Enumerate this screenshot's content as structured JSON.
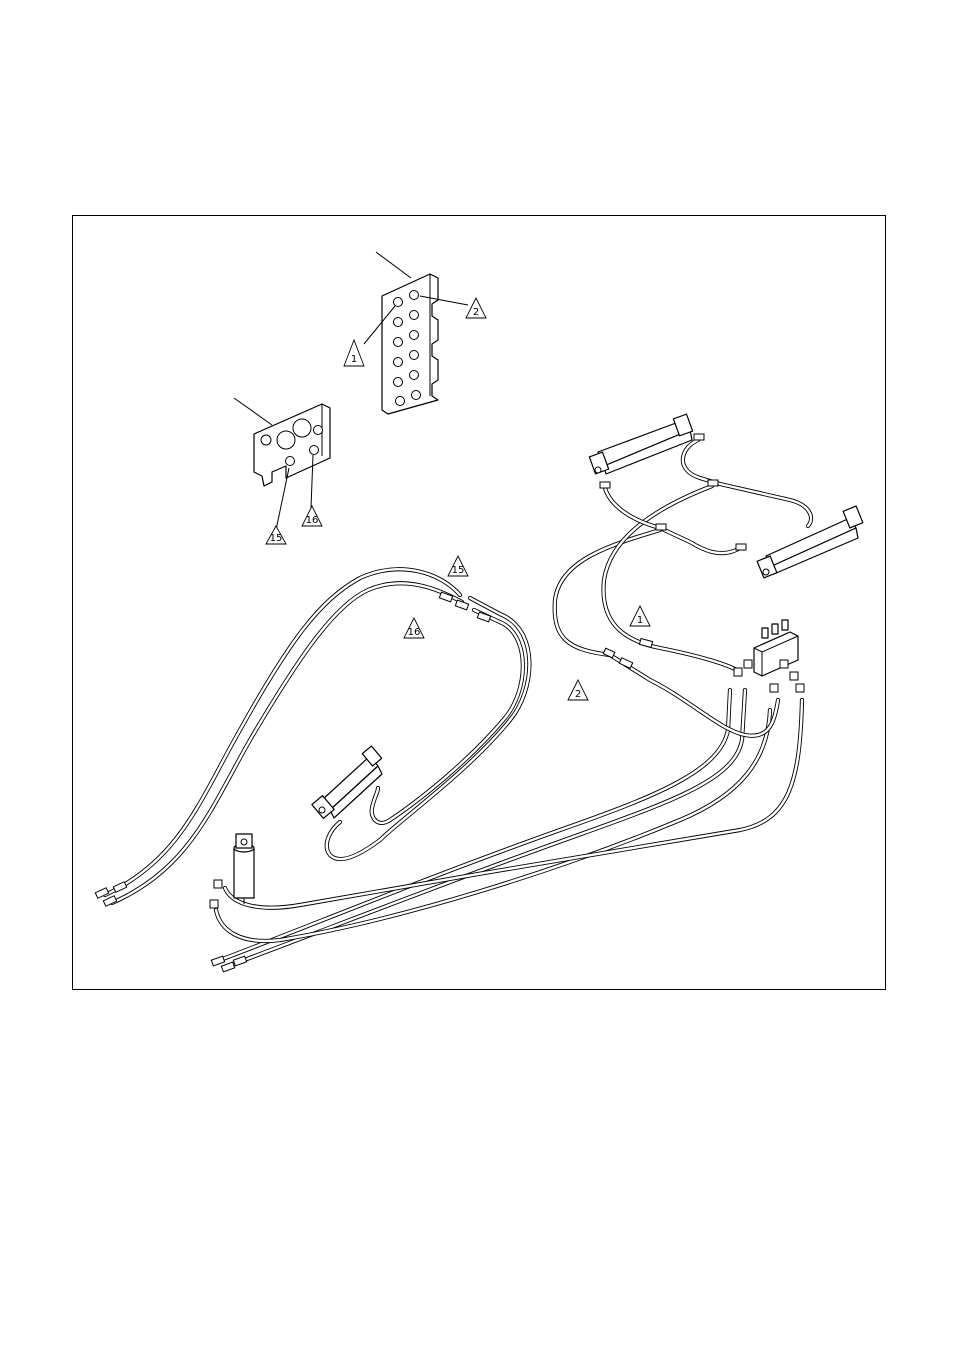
{
  "callouts": {
    "large_plate_hole_a": "1",
    "large_plate_hole_b": "2",
    "small_plate_hole_a": "15",
    "small_plate_hole_b": "16",
    "hose_15": "15",
    "hose_16": "16",
    "hose_1": "1",
    "hose_2": "2"
  }
}
